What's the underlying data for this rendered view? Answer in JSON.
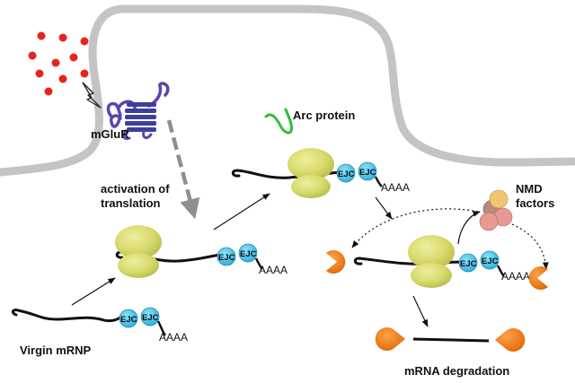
{
  "labels": {
    "receptor": "mGluR",
    "arc_protein": "Arc protein",
    "activation_line1": "activation of",
    "activation_line2": "translation",
    "nmd_line1": "NMD",
    "nmd_line2": "factors",
    "virgin_mrnp": "Virgin mRNP",
    "mrna_degradation": "mRNA degradation"
  },
  "complex": {
    "ejc": "EJC",
    "polya": "AAAA"
  },
  "colors": {
    "membrane": "#c4c4c4",
    "neurotransmitter": "#e8231e",
    "receptor_outline": "#5b45b0",
    "receptor_body": "#3d3f98",
    "ribosome": "#d9da70",
    "ejc": "#3ec2e8",
    "arc_protein": "#2fbf3c",
    "exonuclease": "#f07a14",
    "arrow_gray": "#8f8f8f",
    "nmd_factor_1": "#f0c670",
    "nmd_factor_2": "#b88a7e",
    "nmd_factor_3": "#e79a92"
  },
  "icons": [
    "neurotransmitter-dot",
    "lightning-icon",
    "ribosome",
    "ejc-bead",
    "exonuclease-pacman",
    "nmd-factor-cluster"
  ]
}
